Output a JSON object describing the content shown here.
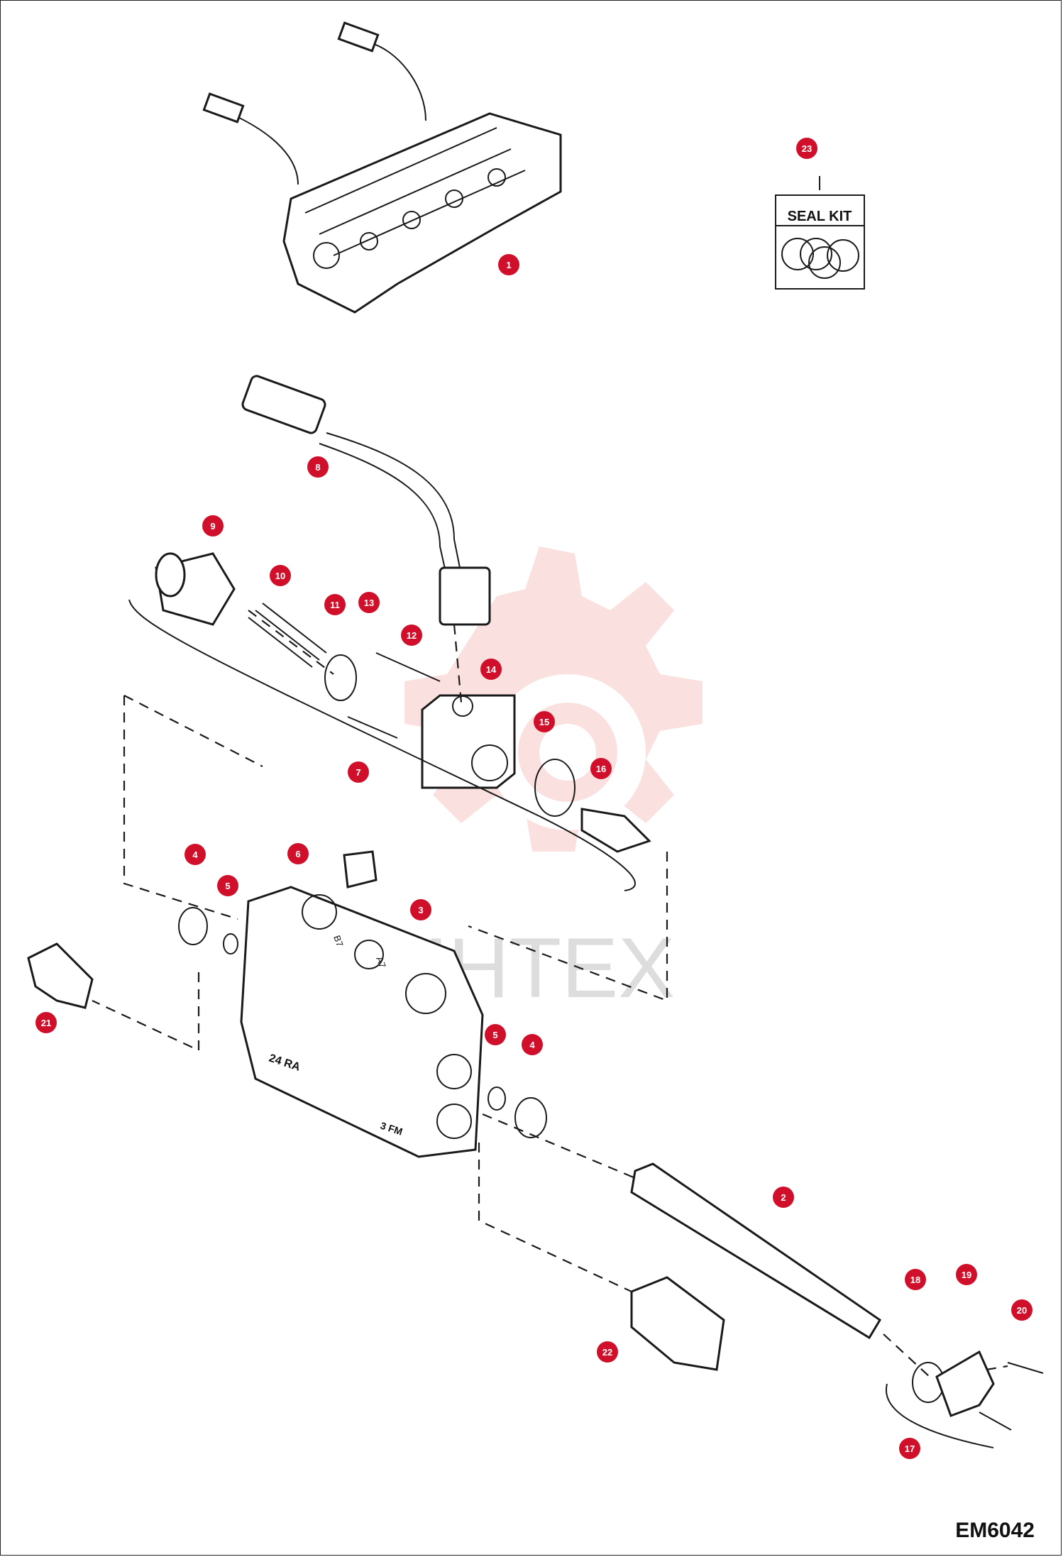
{
  "doc_code": "EM6042",
  "seal_kit_label": "SEAL KIT",
  "watermark_text": "ИНТЕХ",
  "colors": {
    "callout": "#d0102a",
    "watermark": "#f4a8a8",
    "line": "#1a1a1a"
  },
  "callouts": [
    {
      "id": "1",
      "label": "1"
    },
    {
      "id": "2",
      "label": "2"
    },
    {
      "id": "3",
      "label": "3"
    },
    {
      "id": "4a",
      "label": "4"
    },
    {
      "id": "5a",
      "label": "5"
    },
    {
      "id": "6",
      "label": "6"
    },
    {
      "id": "7",
      "label": "7"
    },
    {
      "id": "8",
      "label": "8"
    },
    {
      "id": "9",
      "label": "9"
    },
    {
      "id": "10",
      "label": "10"
    },
    {
      "id": "11",
      "label": "11"
    },
    {
      "id": "12",
      "label": "12"
    },
    {
      "id": "13",
      "label": "13"
    },
    {
      "id": "14",
      "label": "14"
    },
    {
      "id": "15",
      "label": "15"
    },
    {
      "id": "16",
      "label": "16"
    },
    {
      "id": "17",
      "label": "17"
    },
    {
      "id": "18",
      "label": "18"
    },
    {
      "id": "19",
      "label": "19"
    },
    {
      "id": "20",
      "label": "20"
    },
    {
      "id": "21",
      "label": "21"
    },
    {
      "id": "22",
      "label": "22"
    },
    {
      "id": "23",
      "label": "23"
    },
    {
      "id": "5b",
      "label": "5"
    },
    {
      "id": "4b",
      "label": "4"
    }
  ],
  "section_marks": {
    "s1": "24 RA",
    "s2": "3 FM",
    "s3": "B7",
    "s4": "A7"
  }
}
